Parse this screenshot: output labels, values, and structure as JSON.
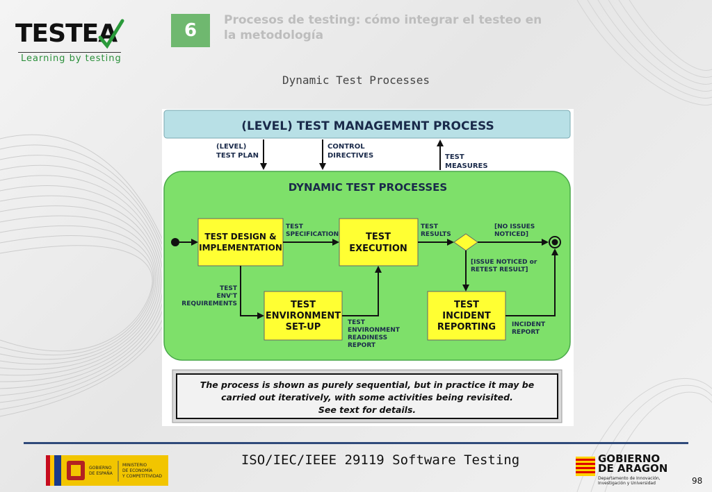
{
  "header": {
    "logo_text": "TESTEA",
    "logo_tagline": "Learning by testing",
    "section_number": "6",
    "section_title": "Procesos de testing: cómo integrar el testeo en la metodología",
    "subtitle": "Dynamic Test Processes"
  },
  "diagram": {
    "management_process": "(LEVEL) TEST MANAGEMENT PROCESS",
    "label_test_plan_1": "(LEVEL)",
    "label_test_plan_2": "TEST PLAN",
    "label_control_1": "CONTROL",
    "label_control_2": "DIRECTIVES",
    "label_measures_1": "TEST",
    "label_measures_2": "MEASURES",
    "dynamic_title": "DYNAMIC TEST PROCESSES",
    "box_design_1": "TEST DESIGN &",
    "box_design_2": "IMPLEMENTATION",
    "box_execution_1": "TEST",
    "box_execution_2": "EXECUTION",
    "box_env_1": "TEST",
    "box_env_2": "ENVIRONMENT",
    "box_env_3": "SET-UP",
    "box_incident_1": "TEST",
    "box_incident_2": "INCIDENT",
    "box_incident_3": "REPORTING",
    "lbl_spec_1": "TEST",
    "lbl_spec_2": "SPECIFICATION",
    "lbl_results_1": "TEST",
    "lbl_results_2": "RESULTS",
    "lbl_noissues_1": "[NO ISSUES",
    "lbl_noissues_2": "NOTICED]",
    "lbl_issue_1": "[ISSUE NOTICED or",
    "lbl_issue_2": "RETEST RESULT]",
    "lbl_envreq_1": "TEST",
    "lbl_envreq_2": "ENV'T",
    "lbl_envreq_3": "REQUIREMENTS",
    "lbl_readiness_1": "TEST",
    "lbl_readiness_2": "ENVIRONMENT",
    "lbl_readiness_3": "READINESS",
    "lbl_readiness_4": "REPORT",
    "lbl_incident_1": "INCIDENT",
    "lbl_incident_2": "REPORT",
    "note_1": "The process is shown as purely sequential, but in practice it may be",
    "note_2": "carried out iteratively, with some activities being revisited.",
    "note_3": "See text for details."
  },
  "footer": {
    "text": "ISO/IEC/IEEE 29119 Software Testing",
    "gov_left_1": "GOBIERNO",
    "gov_left_2": "DE ESPAÑA",
    "ministry_1": "MINISTERIO",
    "ministry_2": "DE ECONOMÍA",
    "ministry_3": "Y COMPETITIVIDAD",
    "gov_right_1": "GOBIERNO",
    "gov_right_2": "DE ARAGON",
    "gov_right_sub_1": "Departamento de Innovación,",
    "gov_right_sub_2": "Investigación y Universidad",
    "page_number": "98"
  },
  "colors": {
    "green_box": "#7ee06a",
    "yellow_box": "#ffff33",
    "blue_box": "#b8e0e6",
    "section_badge": "#6fb86f",
    "rule": "#2f4a7a"
  }
}
